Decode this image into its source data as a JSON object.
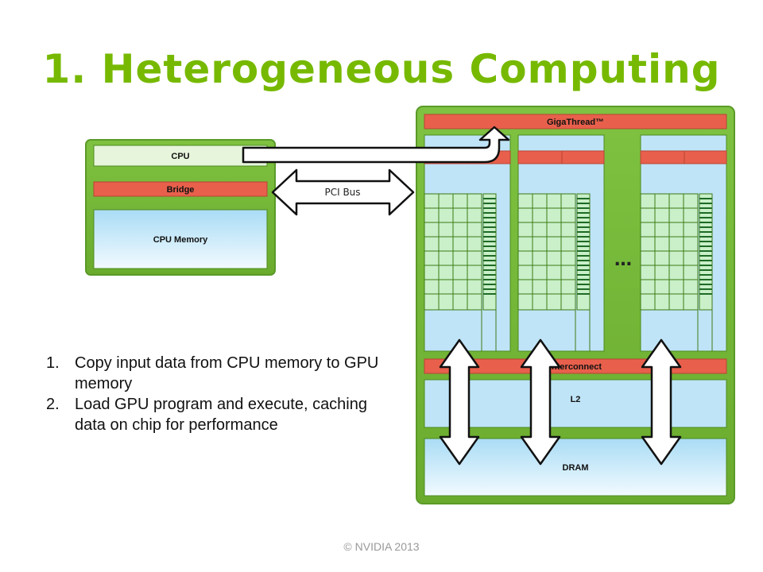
{
  "slide": {
    "title": "1. Heterogeneous Computing",
    "steps": [
      {
        "num": "1.",
        "text": "Copy input data from CPU memory to GPU memory"
      },
      {
        "num": "2.",
        "text": "Load GPU program and execute, caching data on chip for performance"
      }
    ],
    "footer": "© NVIDIA 2013"
  },
  "diagram": {
    "host": {
      "cpu": "CPU",
      "bridge": "Bridge",
      "cpu_memory": "CPU Memory"
    },
    "bus": "PCI Bus",
    "gpu": {
      "gigathread": "GigaThread™",
      "interconnect": "Interconnect",
      "l2": "L2",
      "dram": "DRAM",
      "ellipsis": "…"
    },
    "colors": {
      "green": "#76b900",
      "red": "#e8604c",
      "light_blue": "#bfe4f7",
      "light_green": "#c9f0c9"
    }
  }
}
